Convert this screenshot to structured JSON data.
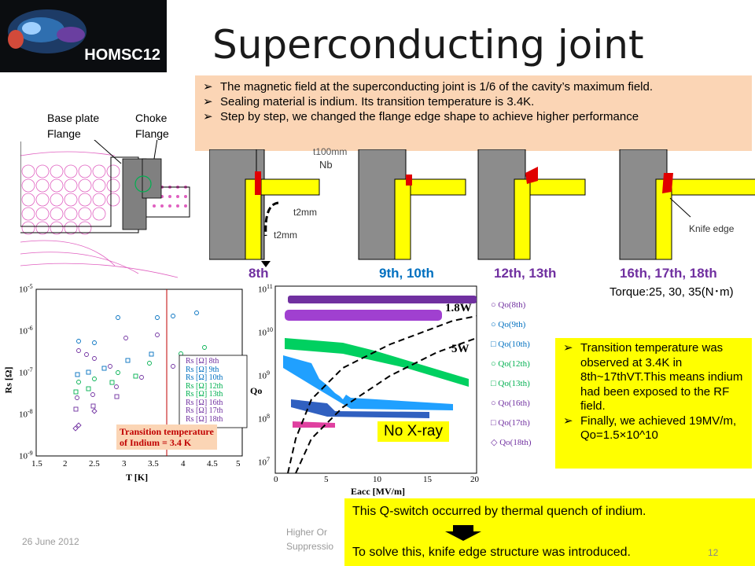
{
  "logo": {
    "text": "HOMSC12"
  },
  "title": "Superconducting joint",
  "top_bullets": [
    "The magnetic field at the superconducting joint is 1/6 of the cavity’s maximum field.",
    "Sealing material is indium. Its transition temperature is 3.4K.",
    "Step by step, we changed the flange edge shape to achieve higher performance"
  ],
  "flange_labels": {
    "base": "Base plate\nFlange",
    "choke": "Choke\nFlange"
  },
  "cross_sections": {
    "labels": [
      "8th",
      "9th, 10th",
      "12th, 13th",
      "16th, 17th, 18th"
    ],
    "nb": "Nb",
    "t2mm_a": "t2mm",
    "t2mm_b": "t2mm",
    "t100": "t100mm",
    "knife": "Knife edge",
    "torque": "Torque:25, 30, 35(N･m)"
  },
  "rs_plot": {
    "y_ticks": [
      "10",
      "10",
      "10",
      "10",
      "10"
    ],
    "y_exps": [
      "-5",
      "-6",
      "-7",
      "-8",
      "-9"
    ],
    "x_ticks": [
      "1.5",
      "2",
      "2.5",
      "3",
      "3.5",
      "4",
      "4.5",
      "5"
    ],
    "xlabel": "T [K]",
    "ylabel": "Rs [Ω]",
    "legend": [
      "Rs [Ω] 8th",
      "Rs [Ω] 9th",
      "Rs [Ω] 10th",
      "Rs [Ω] 12th",
      "Rs [Ω] 13th",
      "Rs [Ω] 16th",
      "Rs [Ω] 17th",
      "Rs [Ω] 18th"
    ],
    "annotation": [
      "Transition temperature",
      "of Indium = 3.4 K"
    ]
  },
  "qo_plot": {
    "y_ticks": [
      "10",
      "10",
      "10",
      "10",
      "10"
    ],
    "y_exps": [
      "11",
      "10",
      "9",
      "8",
      "7"
    ],
    "x_ticks": [
      "0",
      "5",
      "10",
      "15",
      "20"
    ],
    "xlabel": "Eacc [MV/m]",
    "ylabel": "Qo",
    "line_labels": [
      "1.8W",
      "5W"
    ],
    "no_xray": "No X-ray",
    "legend": [
      "Qo(8th)",
      "Qo(9th)",
      "Qo(10th)",
      "Qo(12th)",
      "Qo(13th)",
      "Qo(16th)",
      "Qo(17th)",
      "Qo(18th)"
    ]
  },
  "right_bullets": [
    "Transition temperature was observed at 3.4K in 8th~17thVT.This means indium had been exposed to the RF field.",
    "Finally, we achieved 19MV/m, Qo=1.5×10^10"
  ],
  "bottom_box": {
    "line1": "This Q-switch occurred by thermal quench of indium.",
    "line2": "To solve this,  knife edge structure was introduced."
  },
  "footer": {
    "date": "26 June 2012",
    "center_line1": "Higher Or",
    "center_line2": "Suppressio",
    "page": "12"
  },
  "colors": {
    "purple": "#7030a0",
    "blue": "#0070c0",
    "yellow": "#ffff00",
    "peach": "#fbd5b5",
    "red": "#ff0000"
  }
}
